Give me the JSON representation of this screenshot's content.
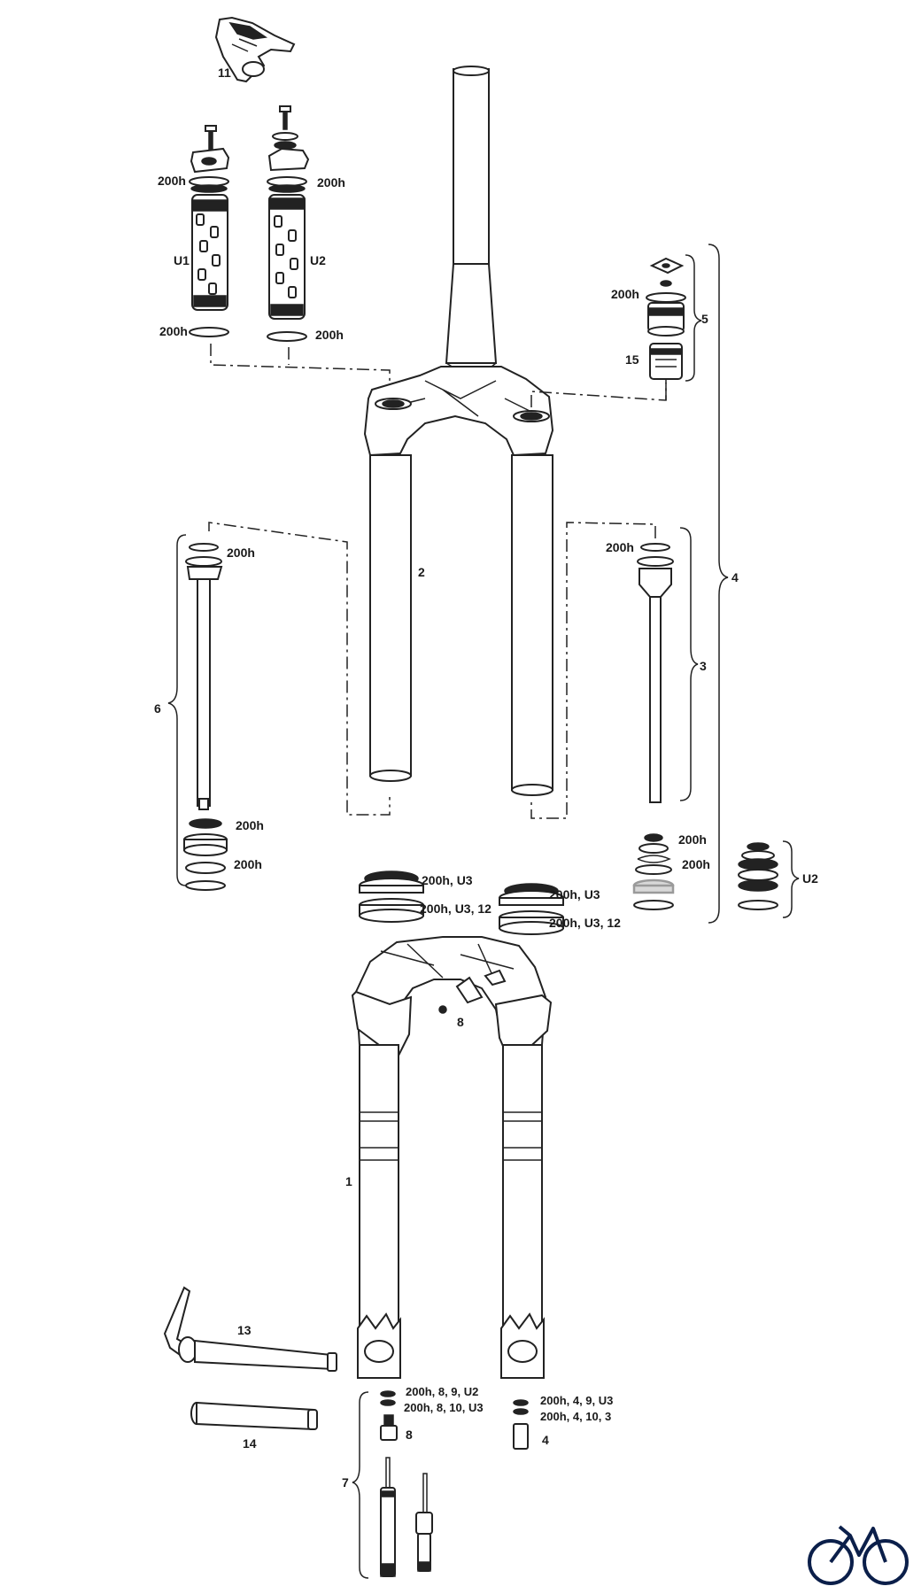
{
  "labels": {
    "remote": "11",
    "top_left_200h": "200h",
    "top_right_200h": "200h",
    "u1": "U1",
    "u2_top": "U2",
    "bottom_left_200h": "200h",
    "bottom_right_200h": "200h",
    "cap_200h": "200h",
    "ref5": "5",
    "ref15": "15",
    "ref4": "4",
    "ref2": "2",
    "left_shaft_200h": "200h",
    "ref6": "6",
    "left_seal_200h_a": "200h",
    "left_seal_200h_b": "200h",
    "right_shaft_200h": "200h",
    "ref3": "3",
    "right_seal_200h_a": "200h",
    "right_seal_200h_b": "200h",
    "u2_side": "U2",
    "dust_left_top": "200h, U3",
    "dust_left_bottom": "200h, U3, 12",
    "dust_right_top": "200h, U3",
    "dust_right_bottom": "200h, U3, 12",
    "ref8_top": "8",
    "ref1": "1",
    "ref13": "13",
    "ref14": "14",
    "bolt_left_a": "200h, 8, 9, U2",
    "bolt_left_b": "200h, 8, 10, U3",
    "ref8_bottom": "8",
    "bolt_right_a": "200h, 4, 9, U3",
    "bolt_right_b": "200h, 4, 10, 3",
    "ref4_bottom": "4",
    "ref7": "7"
  },
  "icons": {
    "logo": "bicycle-icon"
  }
}
